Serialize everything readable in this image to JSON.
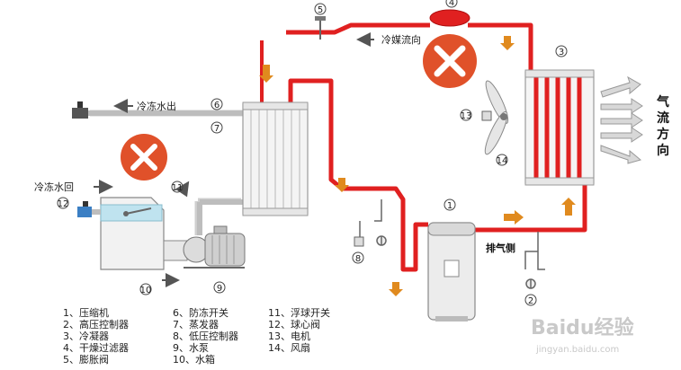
{
  "labels": {
    "refrigerant_flow": "冷媒流向",
    "chilled_water_out": "冷冻水出",
    "chilled_water_return": "冷冻水回",
    "exhaust_side": "排气侧",
    "airflow_direction": [
      "气",
      "流",
      "方",
      "向"
    ]
  },
  "callouts": [
    "1",
    "2",
    "3",
    "4",
    "5",
    "6",
    "7",
    "8",
    "9",
    "10",
    "11",
    "12",
    "13",
    "14"
  ],
  "legend": [
    "1、压缩机",
    "2、高压控制器",
    "3、冷凝器",
    "4、干燥过滤器",
    "5、膨胀阀",
    "6、防冻开关",
    "7、蒸发器",
    "8、低压控制器",
    "9、水泵",
    "10、水箱",
    "11、浮球开关",
    "12、球心阀",
    "13、电机",
    "14、风扇"
  ],
  "watermark": {
    "brand": "Baidu经验",
    "url": "jingyan.baidu.com"
  },
  "colors": {
    "refrigerant_pipe": "#e02020",
    "water_pipe": "#d8d8d8",
    "arrow": "#e08a1e",
    "blocked_marker": "#e0512a"
  }
}
